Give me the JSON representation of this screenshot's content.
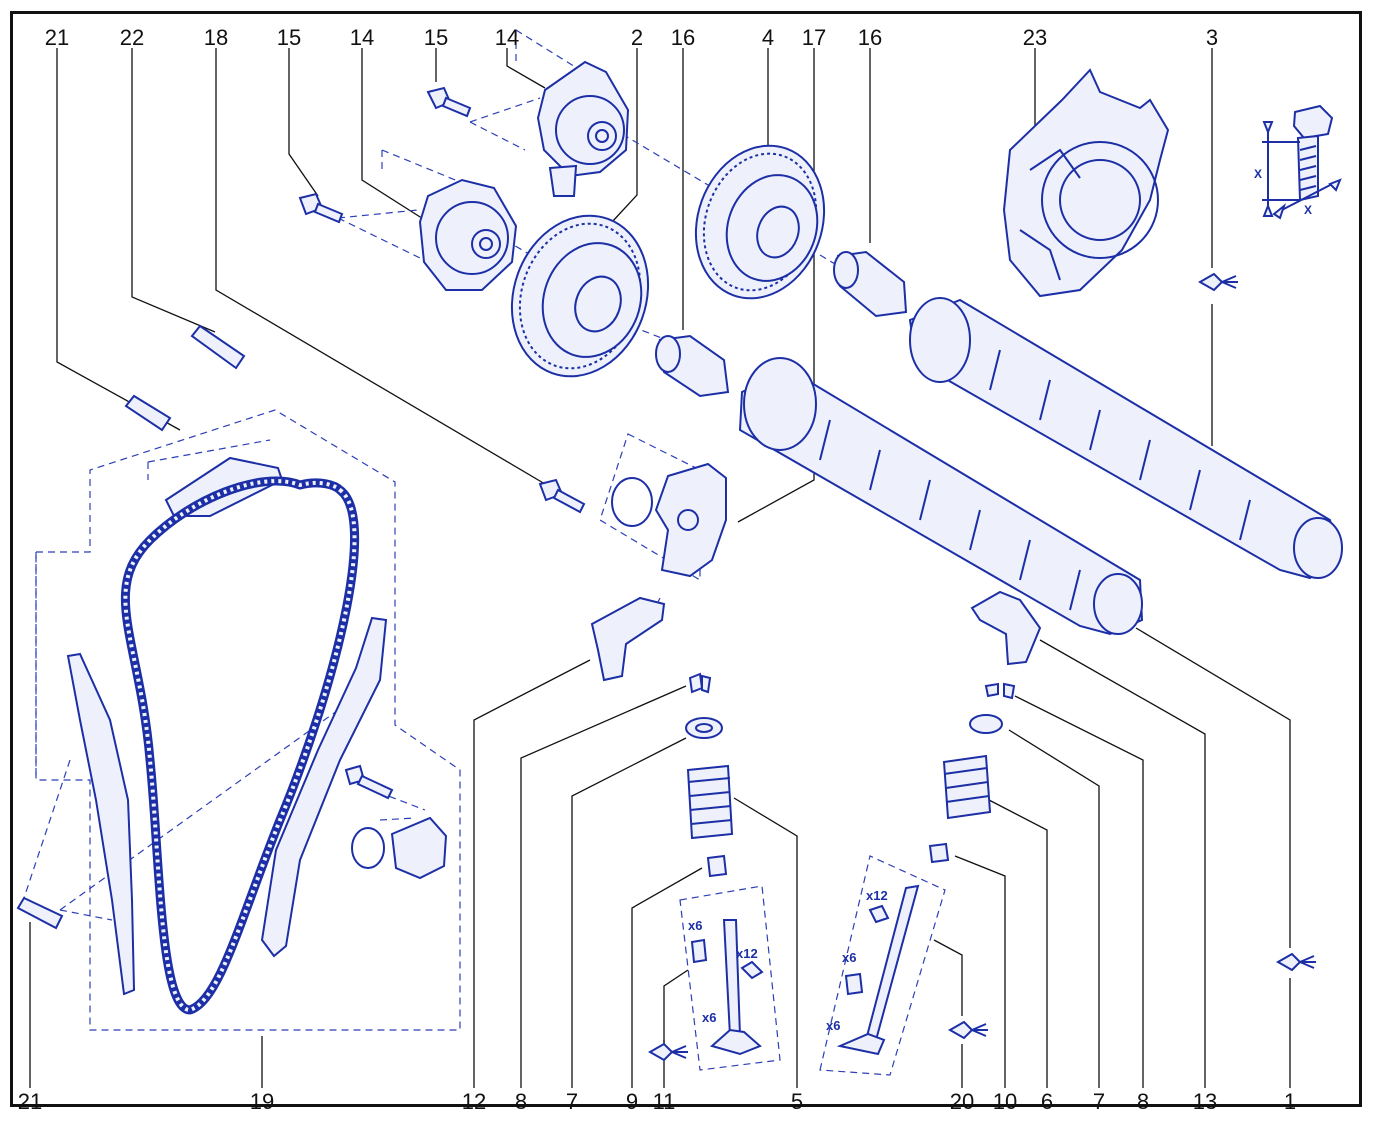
{
  "labels": {
    "top": [
      "21",
      "22",
      "18",
      "15",
      "14",
      "15",
      "14",
      "2",
      "16",
      "4",
      "17",
      "16",
      "23",
      "3"
    ],
    "bottom": [
      "21",
      "19",
      "12",
      "8",
      "7",
      "9",
      "11",
      "5",
      "20",
      "10",
      "6",
      "7",
      "8",
      "13",
      "1"
    ]
  },
  "qty": {
    "x6a": "x6",
    "x12a": "x12",
    "x6b": "x6",
    "x12b": "x12",
    "x6c": "x6",
    "x6d": "x6"
  },
  "dim": {
    "x1": "X",
    "x2": "X"
  },
  "icons": [
    "sealant-icon",
    "sealant-icon",
    "sealant-icon",
    "sealant-icon"
  ],
  "colors": {
    "line": "#1c2fa6",
    "fill": "#eef1fb",
    "text": "#111111"
  }
}
